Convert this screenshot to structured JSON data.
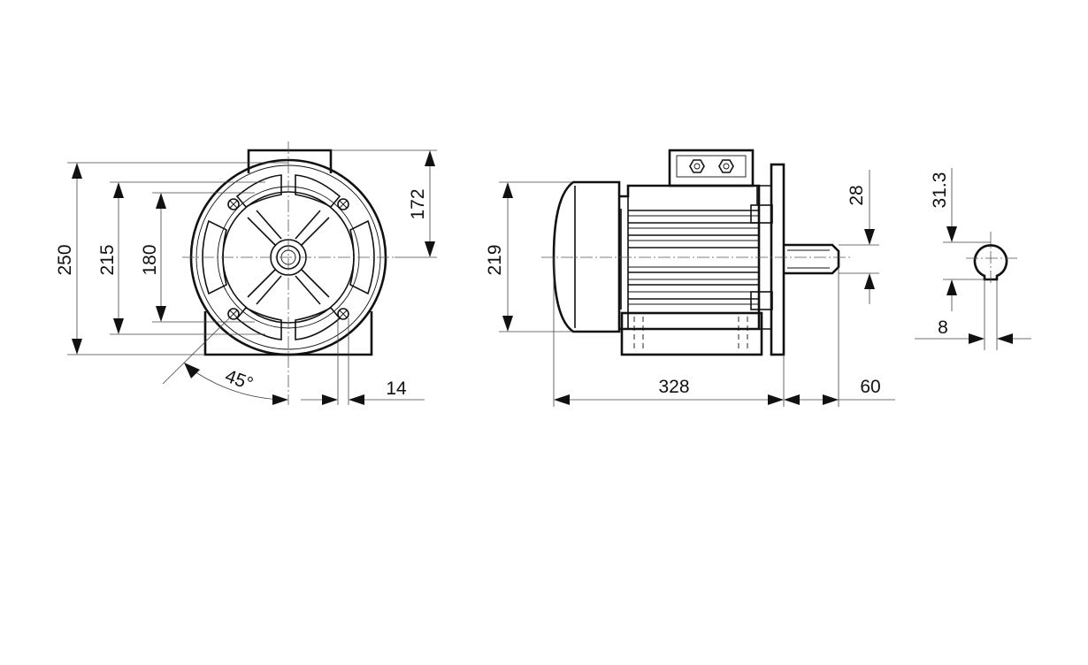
{
  "front_view": {
    "flange_diameter": "250",
    "pitch_circle_diameter": "215",
    "spigot_diameter": "180",
    "shaft_height": "172",
    "bolt_angle": "45°",
    "hole_diameter": "14"
  },
  "side_view": {
    "body_diameter": "219",
    "body_length": "328",
    "shaft_length": "60",
    "shaft_diameter": "28"
  },
  "shaft_detail": {
    "key_height": "31.3",
    "key_width": "8"
  }
}
